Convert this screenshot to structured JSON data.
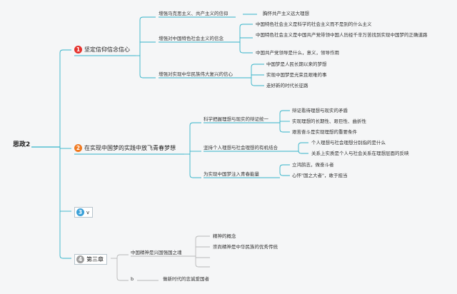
{
  "root": "思政2",
  "colors": {
    "line": "#33b3c8",
    "line_grey": "#b8b8b8",
    "badge1": "#e5322d",
    "badge2": "#f07a21",
    "badge3": "#3aa0d8",
    "badge4": "#9e9e9e"
  },
  "topics": [
    {
      "num": "1",
      "label": "坚定信仰信念信心",
      "children": [
        {
          "label": "增强马克思主义、共产主义的信仰",
          "children": [
            "胸怀共产主义远大理想"
          ]
        },
        {
          "label": "增强对中国特色社会主义的信念",
          "children": [
            "中国特色社会主义是科学的社会主义而不是别的什么主义",
            "中国特色社会主义是中国共产党带领中国人历经千辛万苦找到实现中国梦的正确道路",
            "中国共产党领导是什么，意义，领导作用"
          ]
        },
        {
          "label": "增强对实现中华民族伟大复兴的信心",
          "children": [
            "中国梦是人民长期以来的梦想",
            "实现中国梦是光荣且艰难的事",
            "走好新的时代长征路"
          ]
        }
      ]
    },
    {
      "num": "2",
      "label": "在实现中国梦的实践中放飞青春梦想",
      "children": [
        {
          "label": "科学把握理想与现实的辩证统一",
          "children": [
            "辩证看待理想与现实的矛盾",
            "实现理想的长期性、艰巨性、曲折性",
            "艰苦奋斗是实现理想的重要条件"
          ]
        },
        {
          "label": "坚持个人理想与社会理想的有机结合",
          "children": [
            "个人理想与社会理想分别指的是什么",
            "关系上实质是个人与社会关系在理想层面的反映"
          ]
        },
        {
          "label": "为实现中国梦注入青春能量",
          "children": [
            "立鸿鹄志，做奋斗者",
            "心怀\"国之大者\"，敢于担当"
          ]
        }
      ]
    },
    {
      "num": "3",
      "label": "v",
      "children": []
    },
    {
      "num": "4",
      "label": "第三章",
      "children": [
        {
          "label": "中国精神是兴国强国之魂",
          "children": [
            "精神的概念",
            "崇尚精神是中华民族的优秀传统",
            "",
            ""
          ]
        },
        {
          "label": "b",
          "children": [
            "做新时代的忠诚爱国者"
          ]
        }
      ]
    }
  ]
}
